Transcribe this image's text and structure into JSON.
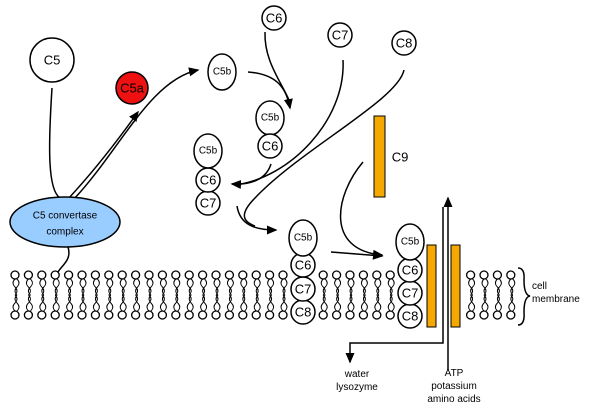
{
  "colors": {
    "c5a": "#ee1111",
    "convertase": "#99ccff",
    "c9": "#f5a800"
  },
  "labels": {
    "c5": "C5",
    "c5a": "C5a",
    "c5b": "C5b",
    "c6": "C6",
    "c7": "C7",
    "c8": "C8",
    "c9": "C9",
    "convertase_line1": "C5 convertase",
    "convertase_line2": "complex",
    "membrane_line1": "cell",
    "membrane_line2": "membrane",
    "out_line1": "water",
    "out_line2": "lysozyme",
    "in_line1": "ATP",
    "in_line2": "potassium",
    "in_line3": "amino acids"
  }
}
